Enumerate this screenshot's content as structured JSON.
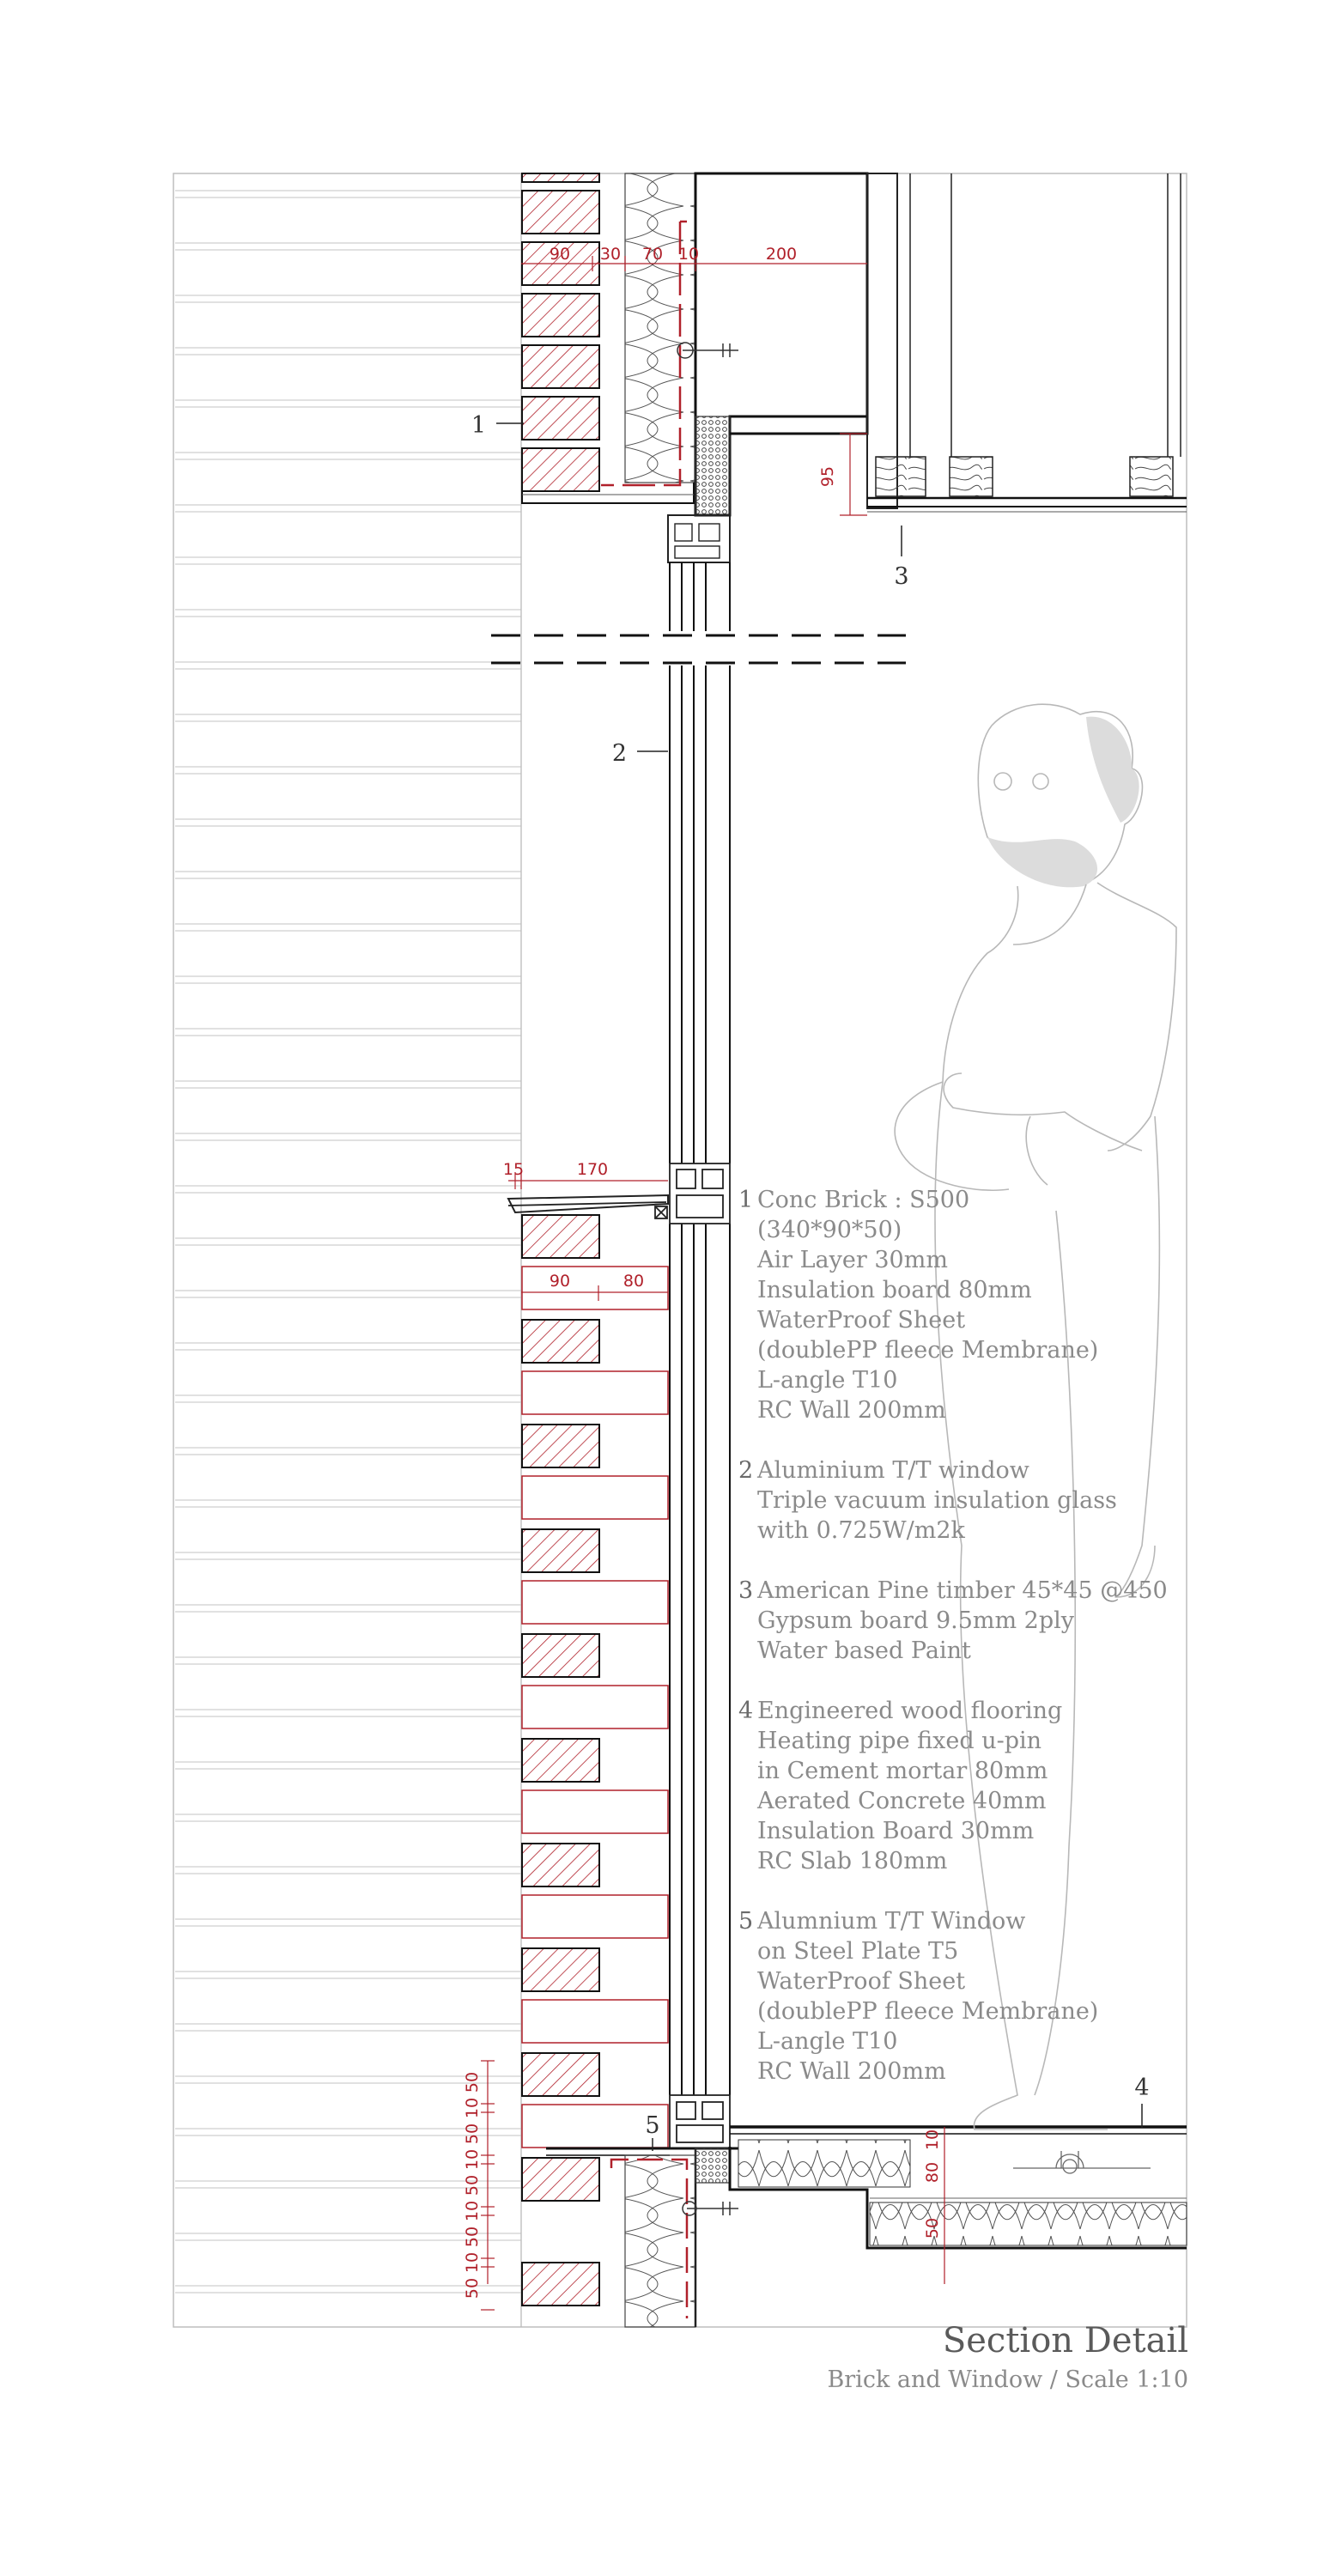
{
  "title": "Section Detail",
  "subtitle": "Brick and Window / Scale 1:10",
  "callouts": [
    "1",
    "2",
    "3",
    "4",
    "5"
  ],
  "dims_top": [
    "90",
    "30",
    "70",
    "10",
    "200"
  ],
  "dim_95": "95",
  "dims_sill": [
    "15",
    "170"
  ],
  "dims_brick": [
    "90",
    "80"
  ],
  "dims_bottom_left": [
    "50",
    "10",
    "50",
    "10",
    "50",
    "10",
    "50",
    "10",
    "50"
  ],
  "dims_floor": [
    "10",
    "80",
    "50"
  ],
  "notes": [
    {
      "num": "1",
      "lines": [
        "Conc Brick : S500",
        "(340*90*50)",
        "Air Layer 30mm",
        "Insulation board 80mm",
        "WaterProof Sheet",
        "(doublePP fleece Membrane)",
        "L-angle T10",
        "RC Wall 200mm"
      ]
    },
    {
      "num": "2",
      "lines": [
        "Aluminium T/T window",
        "Triple vacuum insulation glass",
        "with 0.725W/m2k"
      ]
    },
    {
      "num": "3",
      "lines": [
        "American Pine timber 45*45 @450",
        "Gypsum board 9.5mm 2ply",
        "Water based Paint"
      ]
    },
    {
      "num": "4",
      "lines": [
        "Engineered wood flooring",
        "Heating pipe fixed u-pin",
        "in Cement mortar 80mm",
        "Aerated Concrete 40mm",
        "Insulation Board 30mm",
        "RC Slab 180mm"
      ]
    },
    {
      "num": "5",
      "lines": [
        "Alumnium T/T Window",
        "on Steel Plate T5",
        "WaterProof Sheet",
        "(doublePP fleece Membrane)",
        "L-angle T10",
        "RC Wall 200mm"
      ]
    }
  ],
  "colors": {
    "line": "#222222",
    "light": "#bfbfbf",
    "red": "#b0202a",
    "text": "#8a8a8a",
    "figure_fill": "#dcdcdc"
  }
}
